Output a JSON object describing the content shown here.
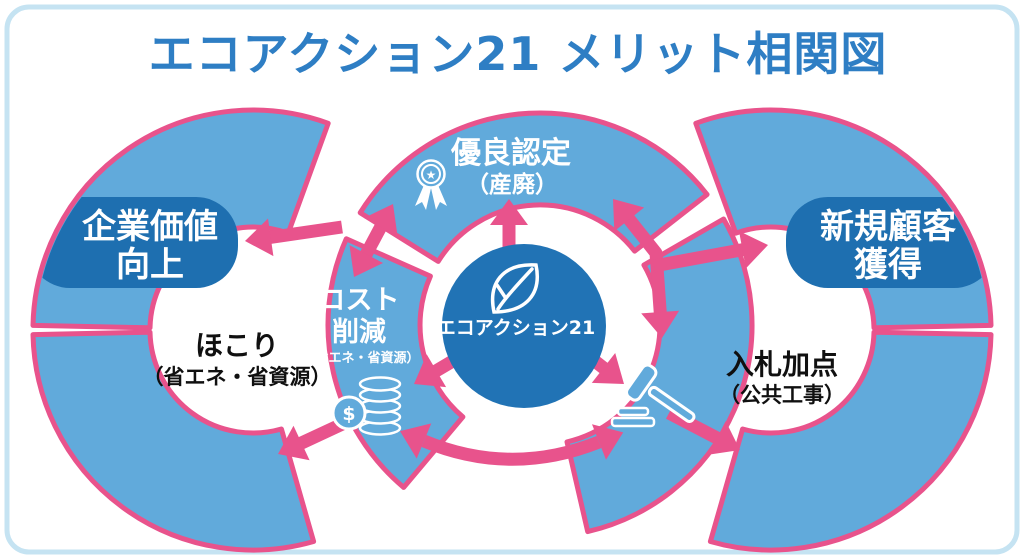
{
  "title": "エコアクション21 メリット相関図",
  "colors": {
    "light_blue": "#61AADB",
    "pink": "#E8538C",
    "dark_blue": "#1E6FB0",
    "center_blue": "#2173B5",
    "title_blue": "#2E7EC4",
    "frame": "#C5E3F2",
    "white": "#FFFFFF",
    "black": "#101010"
  },
  "center_node": {
    "label": "エコアクション21",
    "icon": "leaf-icon"
  },
  "ring_labels": {
    "certification": {
      "title": "優良認定",
      "subtitle": "（産廃）",
      "icon": "medal-icon"
    },
    "cost_reduction": {
      "line1": "コスト",
      "line2": "削減",
      "subtitle": "（省エネ・省資源）",
      "icon": "coins-icon"
    },
    "bidding": {
      "icon": "gavel-icon"
    }
  },
  "bubbles": {
    "corporate_value": {
      "line1": "企業価値",
      "line2": "向上"
    },
    "new_customers": {
      "line1": "新規顧客",
      "line2": "獲得"
    }
  },
  "outer_labels": {
    "pride": {
      "title": "ほこり",
      "subtitle": "（省エネ・省資源）"
    },
    "bid_points": {
      "title": "入札加点",
      "subtitle": "（公共工事）"
    }
  }
}
